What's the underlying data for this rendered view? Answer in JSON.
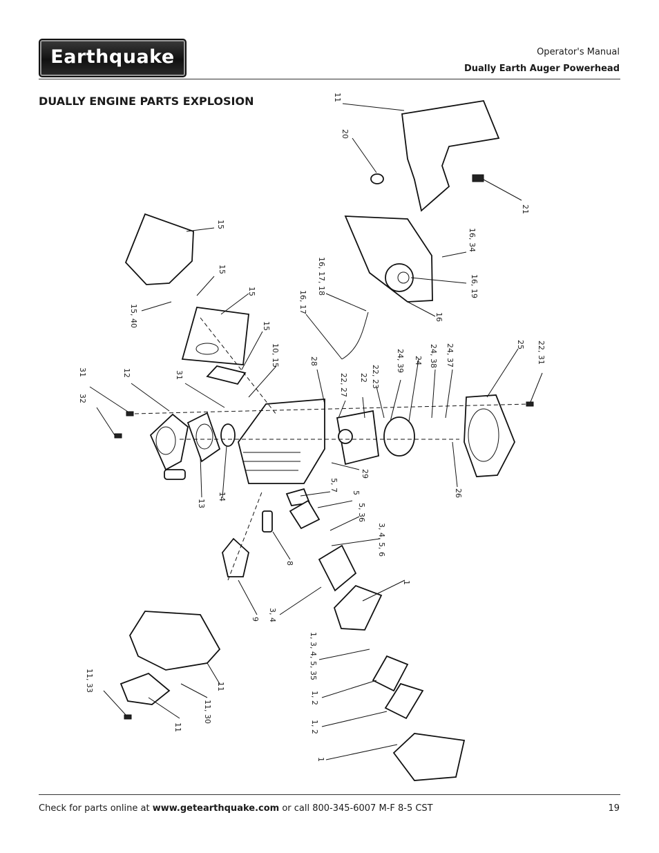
{
  "brand": {
    "logo_text": "Earthquake"
  },
  "header": {
    "manual": "Operator's Manual",
    "product": "Dually Earth Auger Powerhead"
  },
  "section_title": "DUALLY ENGINE PARTS EXPLOSION",
  "diagram": {
    "callouts": [
      "11",
      "20",
      "21",
      "15",
      "15",
      "15",
      "15, 40",
      "15",
      "10, 15",
      "16, 17, 18",
      "16, 17",
      "16, 34",
      "16, 19",
      "16",
      "28",
      "22, 27",
      "22",
      "22, 23",
      "24, 39",
      "24",
      "24, 38",
      "24, 37",
      "25",
      "22, 31",
      "31",
      "12",
      "31",
      "32",
      "13",
      "14",
      "29",
      "26",
      "5, 7",
      "5",
      "5, 36",
      "3, 4, 5, 6",
      "8",
      "9",
      "3, 4",
      "1",
      "1, 3, 4, 5, 35",
      "1, 2",
      "1, 2",
      "1",
      "11, 33",
      "11",
      "11, 30",
      "11"
    ]
  },
  "footer": {
    "prefix": "Check for parts online at ",
    "url": "www.getearthquake.com",
    "suffix": " or call 800-345-6007 M-F 8-5 CST",
    "page_number": "19"
  }
}
